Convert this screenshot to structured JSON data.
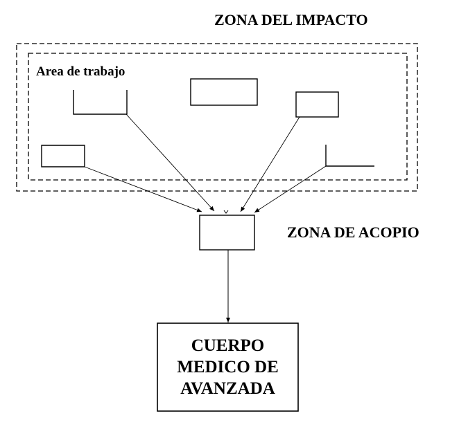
{
  "diagram": {
    "zone_impact_title": "ZONA DEL IMPACTO",
    "work_area_label": "Area de trabajo",
    "zone_collection_title": "ZONA DE ACOPIO",
    "medical_box_label": "CUERPO\nMEDICO DE\nAVANZADA"
  },
  "colors": {
    "ink": "#000000",
    "background": "#ffffff"
  }
}
